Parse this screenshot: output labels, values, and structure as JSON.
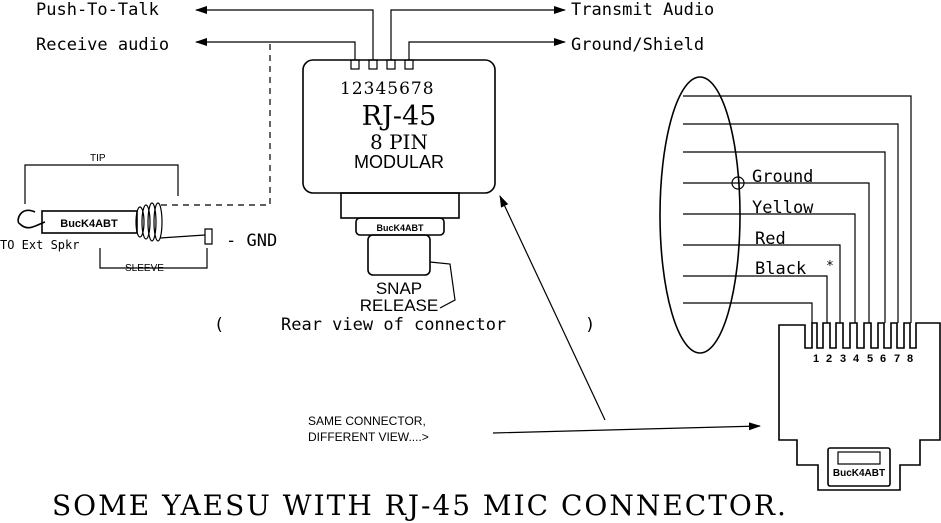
{
  "wire_labels": {
    "push_to_talk": "Push-To-Talk",
    "transmit_audio": "Transmit Audio",
    "receive_audio": "Receive audio",
    "ground_shield": "Ground/Shield"
  },
  "connector_front": {
    "pin_numbers": "12345678",
    "title": "RJ-45",
    "subtitle": "8 PIN",
    "type": "MODULAR",
    "tab_label": "BucK4ABT",
    "release_label_1": "SNAP",
    "release_label_2": "RELEASE",
    "caption_open": "(",
    "caption": "Rear view of connector",
    "caption_close": ")"
  },
  "plug": {
    "brand": "BucK4ABT",
    "tip": "TIP",
    "sleeve": "SLEEVE",
    "gnd": "- GND",
    "to_speaker": "TO Ext Spkr"
  },
  "side_view": {
    "wire_ground": "Ground",
    "wire_yellow": "Yellow",
    "wire_red": "Red",
    "wire_black": "Black",
    "asterisk": "*",
    "pins": [
      "1",
      "2",
      "3",
      "4",
      "5",
      "6",
      "7",
      "8"
    ],
    "tab_label": "BucK4ABT"
  },
  "note": {
    "line1": "SAME CONNECTOR,",
    "line2": "DIFFERENT VIEW....>"
  },
  "title": "SOME YAESU WITH RJ-45 MIC CONNECTOR."
}
